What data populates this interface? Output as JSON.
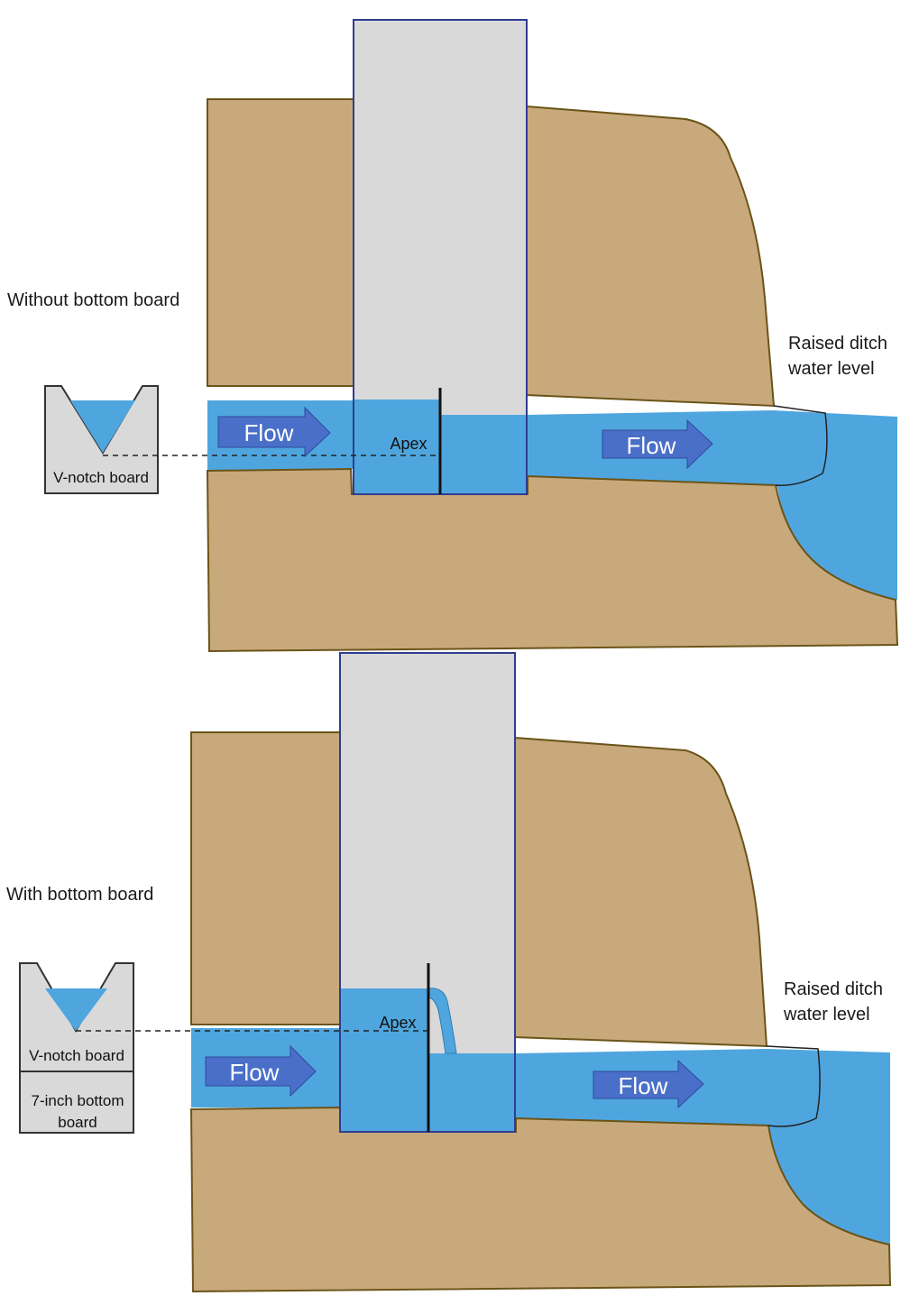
{
  "panels": [
    {
      "title": "Without bottom board",
      "board_labels": [
        "V-notch board"
      ],
      "apex_label": "Apex",
      "flow_labels": [
        "Flow",
        "Flow"
      ],
      "ditch_label": [
        "Raised ditch",
        "water level"
      ]
    },
    {
      "title": "With bottom board",
      "board_labels": [
        "V-notch board",
        "7-inch bottom",
        "board"
      ],
      "apex_label": "Apex",
      "flow_labels": [
        "Flow",
        "Flow"
      ],
      "ditch_label": [
        "Raised ditch",
        "water level"
      ]
    }
  ],
  "colors": {
    "soil": "#c8a97c",
    "soil_outline": "#6b5418",
    "water": "#4fa6de",
    "structure": "#d9d9d9",
    "structure_outline": "#2f3d8f",
    "arrow": "#4a6fc9",
    "board_fill": "#d9d9d9"
  }
}
